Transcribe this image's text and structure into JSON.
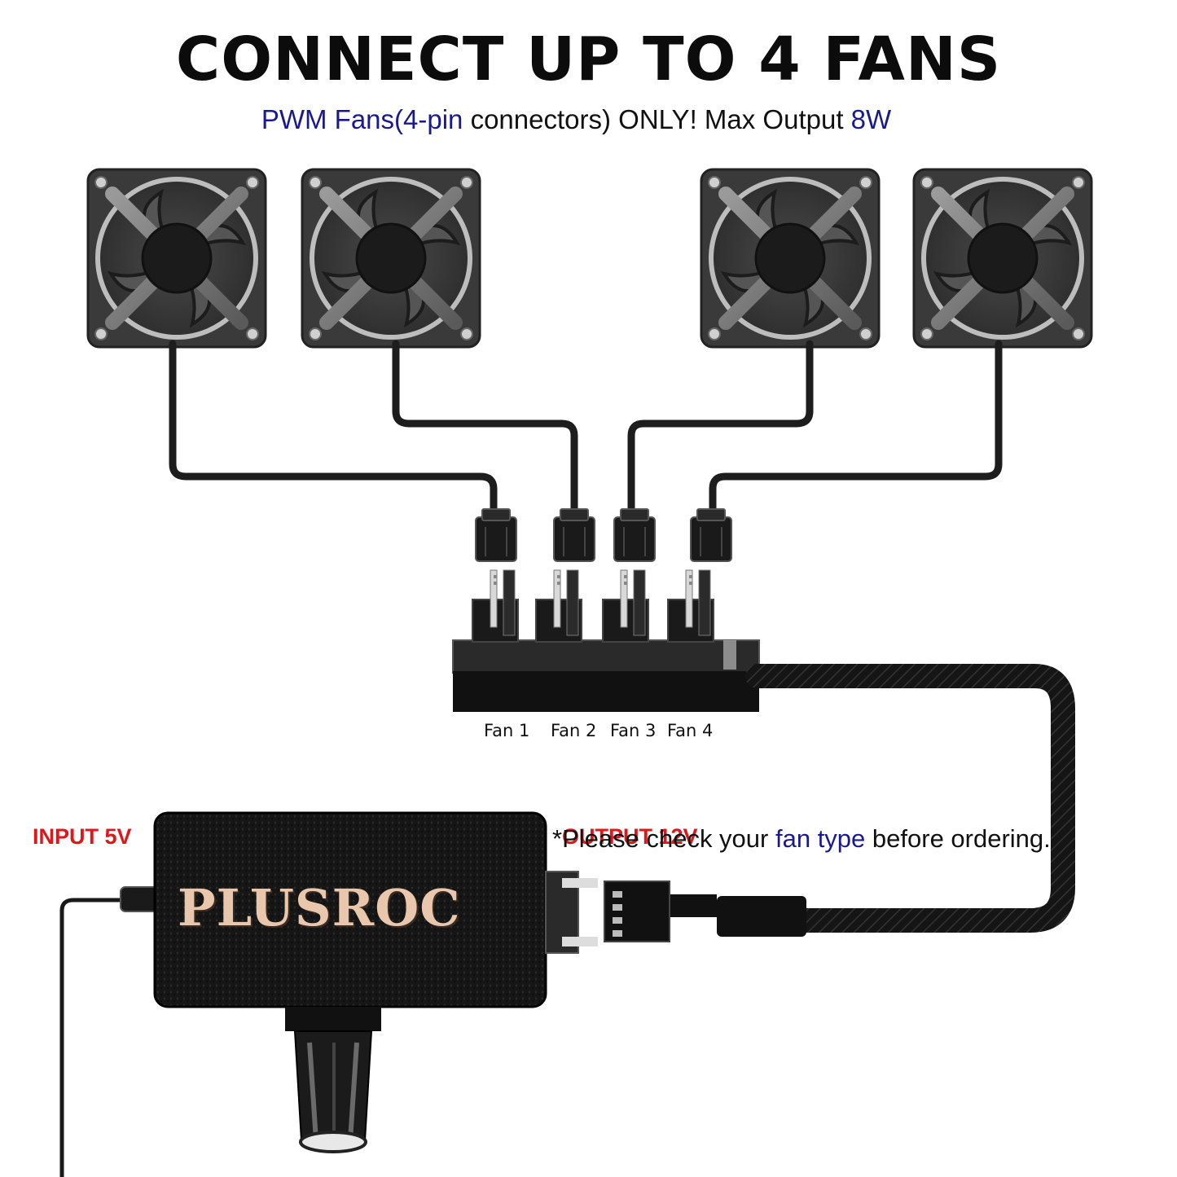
{
  "header": {
    "title": "CONNECT UP TO 4 FANS",
    "subtitle_part1": "PWM Fans(4-pin",
    "subtitle_part2": " connectors) ONLY!  Max Output ",
    "subtitle_part3": "8W"
  },
  "labels": {
    "input": "INPUT 5V",
    "output": "OUTPUT 12V"
  },
  "hub": {
    "ports": [
      "Fan 1",
      "Fan 2",
      "Fan 3",
      "Fan 4"
    ]
  },
  "controller": {
    "brand": "PLUSROC"
  },
  "note": {
    "part1": "*Please check your ",
    "part2": "fan type",
    "part3": " before ordering."
  },
  "colors": {
    "accent_blue": "#1a1a8c",
    "accent_red": "#e0161b",
    "brand_text": "#e8c7ad"
  },
  "icons": [
    "fan-icon",
    "fan-connector-icon",
    "fan-hub-icon",
    "fan-controller-icon",
    "speed-knob-icon",
    "usb-c-plug-icon"
  ]
}
